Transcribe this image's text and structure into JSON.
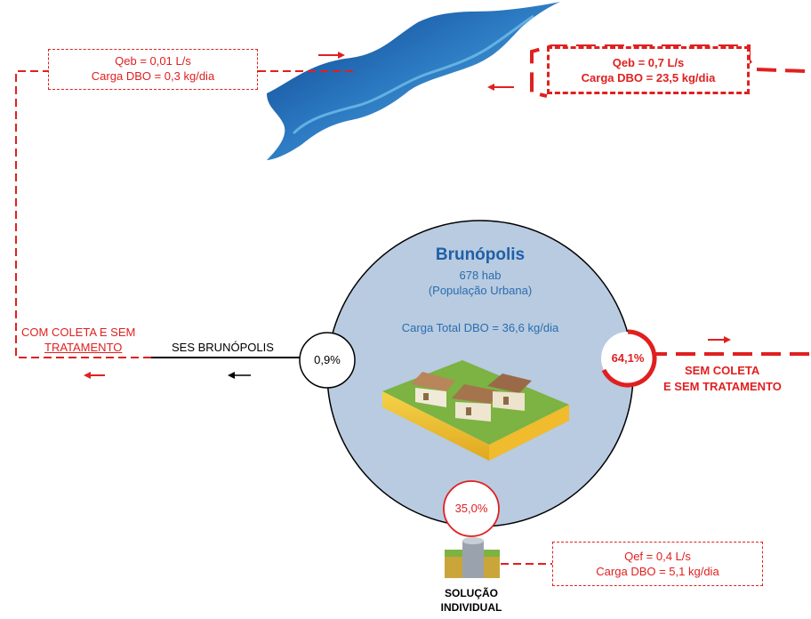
{
  "city": {
    "name": "Brunópolis",
    "population": "678 hab",
    "population_note": "(População Urbana)",
    "total_load": "Carga Total DBO = 36,6 kg/dia"
  },
  "left_box": {
    "flow": "Qeb = 0,01 L/s",
    "load": "Carga DBO = 0,3 kg/dia"
  },
  "right_box": {
    "flow": "Qeb = 0,7 L/s",
    "load": "Carga DBO = 23,5 kg/dia"
  },
  "bottom_box": {
    "flow": "Qef = 0,4 L/s",
    "load": "Carga DBO = 5,1 kg/dia"
  },
  "branches": {
    "collection": {
      "label_line1": "COM COLETA E SEM",
      "label_line2": "TRATAMENTO",
      "system": "SES BRUNÓPOLIS",
      "percent": "0,9%"
    },
    "no_collection": {
      "label_line1": "SEM COLETA",
      "label_line2": "E SEM TRATAMENTO",
      "percent": "64,1%"
    },
    "individual": {
      "label_line1": "SOLUÇÃO",
      "label_line2": "INDIVIDUAL",
      "percent": "35,0%"
    }
  },
  "colors": {
    "red": "#e02020",
    "circle_fill": "#b8cbe0",
    "city_title": "#1f5fa8",
    "city_text": "#2b6cb0",
    "river": "#2a78c0"
  },
  "icons": [
    "river-icon",
    "houses-icon",
    "septic-tank-icon",
    "arrow-right-icon",
    "arrow-left-icon"
  ]
}
